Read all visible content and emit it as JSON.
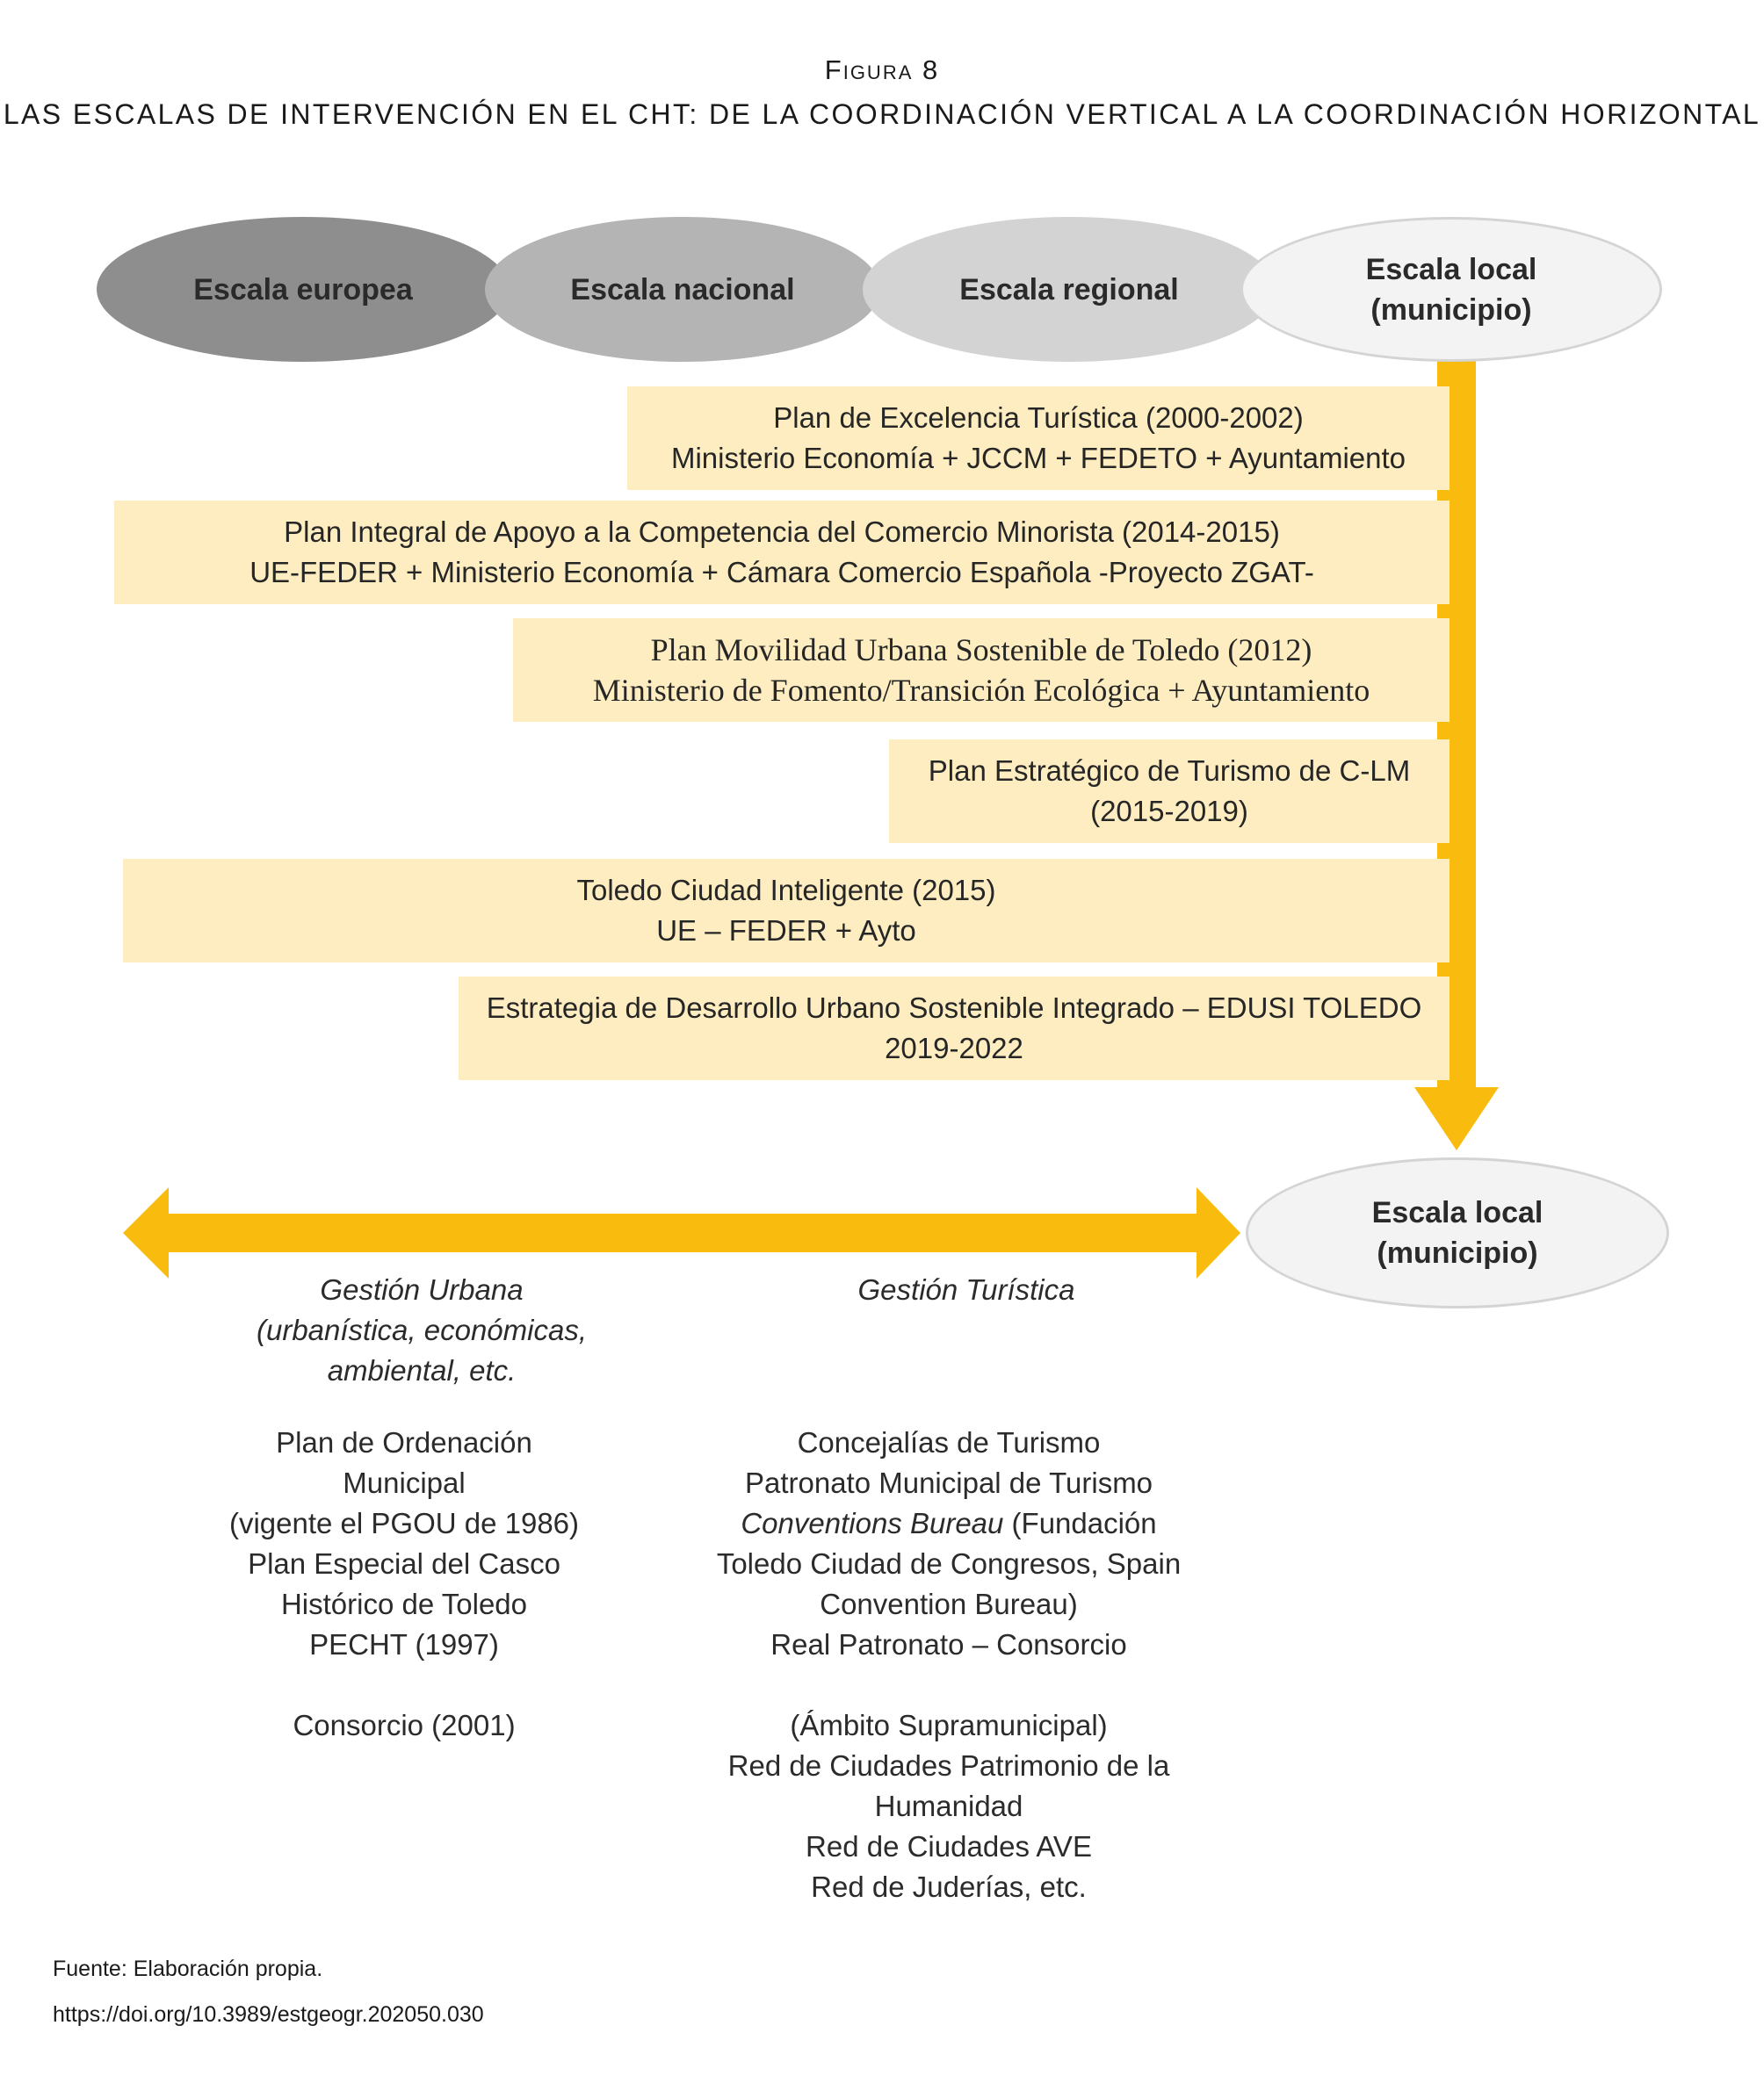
{
  "figure": {
    "label": "Figura 8",
    "title": "LAS ESCALAS DE INTERVENCIÓN EN EL CHT: DE LA COORDINACIÓN VERTICAL A LA COORDINACIÓN HORIZONTAL"
  },
  "scales": {
    "europea": "Escala europea",
    "nacional": "Escala nacional",
    "regional": "Escala regional",
    "local": [
      "Escala local",
      "(municipio)"
    ]
  },
  "plans": [
    {
      "line1": "Plan de Excelencia Turística (2000-2002)",
      "line2": "Ministerio Economía + JCCM + FEDETO + Ayuntamiento"
    },
    {
      "line1": "Plan Integral de Apoyo a la Competencia del Comercio Minorista (2014-2015)",
      "line2": "UE-FEDER + Ministerio Economía + Cámara Comercio Española -Proyecto ZGAT-"
    },
    {
      "line1": "Plan Movilidad Urbana Sostenible de Toledo (2012)",
      "line2": "Ministerio de Fomento/Transición Ecológica + Ayuntamiento"
    },
    {
      "line1": "Plan Estratégico de Turismo de C-LM",
      "line2": "(2015-2019)"
    },
    {
      "line1": "Toledo Ciudad Inteligente (2015)",
      "line2": "UE – FEDER + Ayto"
    },
    {
      "line1": "Estrategia de Desarrollo Urbano Sostenible Integrado – EDUSI TOLEDO",
      "line2": "2019-2022"
    }
  ],
  "local_bottom": [
    "Escala local",
    "(municipio)"
  ],
  "gestion_urbana": {
    "heading": [
      "Gestión Urbana",
      "(urbanística, económicas,",
      "ambiental, etc."
    ],
    "items": [
      "Plan de Ordenación",
      "Municipal",
      "(vigente el PGOU de 1986)",
      "Plan Especial del Casco",
      "Histórico de Toledo",
      "PECHT (1997)"
    ],
    "consorcio": "Consorcio (2001)"
  },
  "gestion_turistica": {
    "heading": "Gestión Turística",
    "items": [
      "Concejalías de Turismo",
      "Patronato Municipal de Turismo"
    ],
    "conventions_italic": "Conventions Bureau",
    "conventions_rest": " (Fundación",
    "items2": [
      "Toledo Ciudad de Congresos, Spain",
      "Convention Bureau)",
      "Real Patronato – Consorcio"
    ],
    "supra": [
      "(Ámbito Supramunicipal)",
      "Red de Ciudades Patrimonio de la",
      "Humanidad",
      "Red de Ciudades AVE",
      "Red de Juderías, etc."
    ]
  },
  "footer": {
    "source": "Fuente: Elaboración propia.",
    "doi": "https://doi.org/10.3989/estgeogr.202050.030"
  },
  "colors": {
    "arrow": "#f9bc0e",
    "box": "#fdedc0"
  }
}
